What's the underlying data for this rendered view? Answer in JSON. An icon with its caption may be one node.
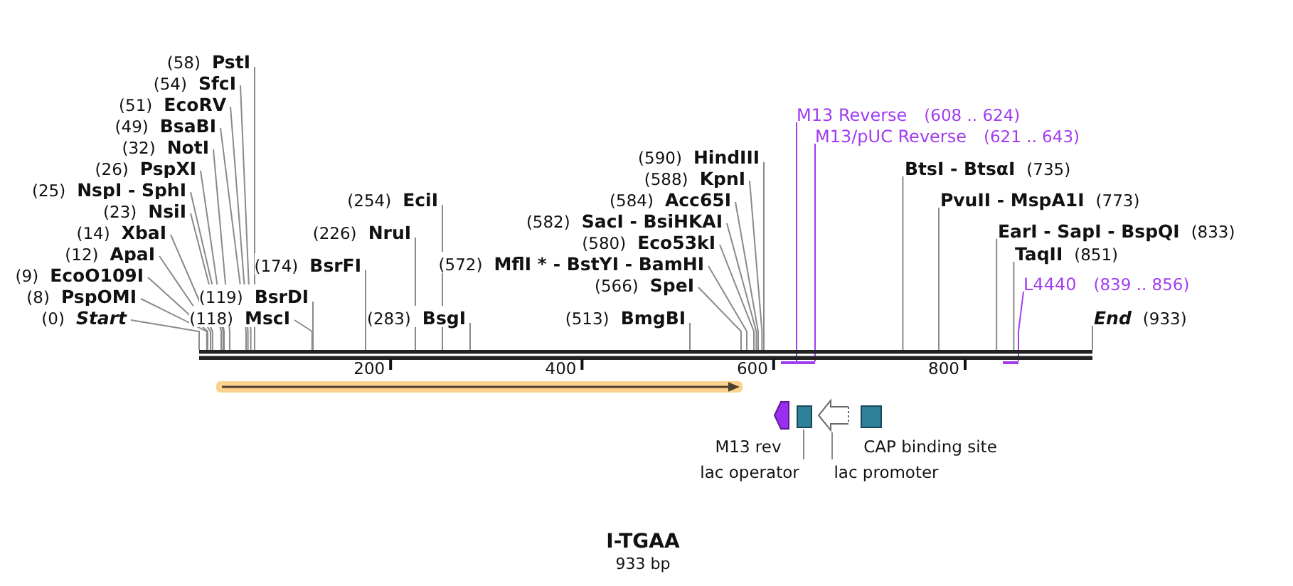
{
  "diagram": {
    "title": "I-TGAA",
    "caption": "933 bp",
    "nodes": [
      {
        "text": [
          "(58)",
          "PstI"
        ]
      },
      {
        "text": [
          "(54)",
          "SfcI"
        ]
      },
      {
        "text": [
          "(51)",
          "EcoRV"
        ]
      },
      {
        "text": [
          "M13 Reverse",
          "(608 .. 624)"
        ]
      },
      {
        "text": [
          "(49)",
          "BsaBI"
        ]
      },
      {
        "text": [
          "M13/pUC Reverse",
          "(621 .. 643)"
        ]
      },
      {
        "text": [
          "(32)",
          "NotI"
        ]
      },
      {
        "text": [
          "(590)",
          "HindIII"
        ]
      },
      {
        "text": [
          "BtsI - BtsαI",
          "(735)"
        ]
      },
      {
        "text": [
          "(26)",
          "PspXI"
        ]
      },
      {
        "text": [
          "(588)",
          "KpnI"
        ]
      },
      {
        "text": [
          "(25)",
          "NspI - SphI"
        ]
      },
      {
        "text": [
          "(254)",
          "EciI"
        ]
      },
      {
        "text": [
          "(584)",
          "Acc65I"
        ]
      },
      {
        "text": [
          "PvuII - MspA1I",
          "(773)"
        ]
      },
      {
        "text": [
          "(23)",
          "NsiI"
        ]
      },
      {
        "text": [
          "(582)",
          "SacI - BsiHKAI"
        ]
      },
      {
        "text": [
          "(14)",
          "XbaI"
        ]
      },
      {
        "text": [
          "(226)",
          "NruI"
        ]
      },
      {
        "text": [
          "EarI - SapI - BspQI",
          "(833)"
        ]
      },
      {
        "text": [
          "(580)",
          "Eco53kI"
        ]
      },
      {
        "text": [
          "(12)",
          "ApaI"
        ]
      },
      {
        "text": [
          "(174)",
          "BsrFI"
        ]
      },
      {
        "text": [
          "(572)",
          "MflI * - BstYI - BamHI"
        ]
      },
      {
        "text": [
          "TaqII",
          "(851)"
        ]
      },
      {
        "text": [
          "(9)",
          "EcoO109I"
        ]
      },
      {
        "text": [
          "(566)",
          "SpeI"
        ]
      },
      {
        "text": [
          "L4440",
          "(839 .. 856)"
        ]
      },
      {
        "text": [
          "(8)",
          "PspOMI"
        ]
      },
      {
        "text": [
          "(119)",
          "BsrDI"
        ]
      },
      {
        "text": [
          "(0)",
          "Start"
        ]
      },
      {
        "text": [
          "(118)",
          "MscI"
        ]
      },
      {
        "text": [
          "(283)",
          "BsgI"
        ]
      },
      {
        "text": [
          "(513)",
          "BmgBI"
        ]
      },
      {
        "text": [
          "End",
          "(933)"
        ]
      },
      {
        "text": [],
        "shape": "bar"
      },
      {
        "text": [],
        "shape": "bar"
      },
      {
        "text": [],
        "shape": "bar"
      },
      {
        "text": [],
        "shape": "bar"
      },
      {
        "text": [],
        "shape": "arrow"
      },
      {
        "text": [],
        "shape": "arrow",
        "beside": [
          "M13 rev"
        ]
      },
      {
        "text": [],
        "shape": "box"
      },
      {
        "text": [],
        "shape": "arrow"
      },
      {
        "text": [],
        "shape": "box",
        "beside": [
          "CAP binding site"
        ]
      },
      {
        "text": [
          "lac operator"
        ]
      },
      {
        "text": [
          "lac promoter"
        ]
      }
    ],
    "edges": [
      {
        "from": 0,
        "to": 35,
        "arrow": "none"
      },
      {
        "from": 1,
        "to": 35,
        "arrow": "none"
      },
      {
        "from": 2,
        "to": 35,
        "arrow": "none"
      },
      {
        "from": 3,
        "to": 36,
        "arrow": "none",
        "color": "#a23cf0"
      },
      {
        "from": 4,
        "to": 35,
        "arrow": "none"
      },
      {
        "from": 5,
        "to": 37,
        "arrow": "none",
        "color": "#a23cf0"
      },
      {
        "from": 6,
        "to": 35,
        "arrow": "none"
      },
      {
        "from": 7,
        "to": 35,
        "arrow": "none"
      },
      {
        "from": 8,
        "to": 35,
        "arrow": "none"
      },
      {
        "from": 9,
        "to": 35,
        "arrow": "none"
      },
      {
        "from": 10,
        "to": 35,
        "arrow": "none"
      },
      {
        "from": 11,
        "to": 35,
        "arrow": "none"
      },
      {
        "from": 12,
        "to": 35,
        "arrow": "none"
      },
      {
        "from": 13,
        "to": 35,
        "arrow": "none"
      },
      {
        "from": 14,
        "to": 35,
        "arrow": "none"
      },
      {
        "from": 15,
        "to": 35,
        "arrow": "none"
      },
      {
        "from": 16,
        "to": 35,
        "arrow": "none"
      },
      {
        "from": 17,
        "to": 35,
        "arrow": "none"
      },
      {
        "from": 18,
        "to": 35,
        "arrow": "none"
      },
      {
        "from": 19,
        "to": 35,
        "arrow": "none"
      },
      {
        "from": 20,
        "to": 35,
        "arrow": "none"
      },
      {
        "from": 21,
        "to": 35,
        "arrow": "none"
      },
      {
        "from": 22,
        "to": 35,
        "arrow": "none"
      },
      {
        "from": 23,
        "to": 35,
        "arrow": "none"
      },
      {
        "from": 24,
        "to": 35,
        "arrow": "none"
      },
      {
        "from": 25,
        "to": 35,
        "arrow": "none"
      },
      {
        "from": 26,
        "to": 35,
        "arrow": "none"
      },
      {
        "from": 27,
        "to": 38,
        "arrow": "none",
        "color": "#a23cf0"
      },
      {
        "from": 28,
        "to": 35,
        "arrow": "none"
      },
      {
        "from": 29,
        "to": 35,
        "arrow": "none"
      },
      {
        "from": 30,
        "to": 35,
        "arrow": "none"
      },
      {
        "from": 31,
        "to": 35,
        "arrow": "none"
      },
      {
        "from": 32,
        "to": 35,
        "arrow": "none"
      },
      {
        "from": 33,
        "to": 35,
        "arrow": "none"
      },
      {
        "from": 34,
        "to": 35,
        "arrow": "none"
      },
      {
        "from": 44,
        "to": 41,
        "arrow": "none"
      },
      {
        "from": 45,
        "to": 42,
        "arrow": "none"
      }
    ],
    "labels": [
      "200",
      "400",
      "600",
      "800"
    ]
  }
}
